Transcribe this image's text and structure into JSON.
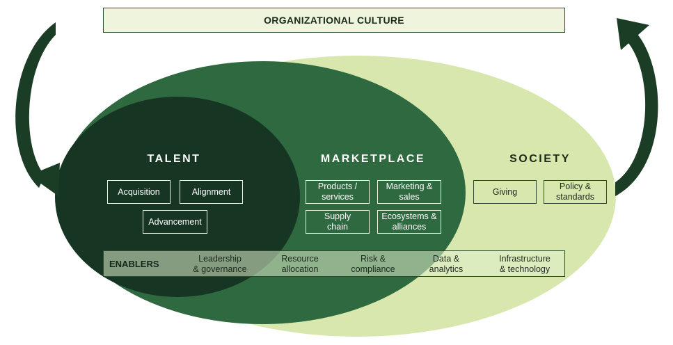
{
  "culture": {
    "label": "ORGANIZATIONAL CULTURE"
  },
  "talent": {
    "heading": "TALENT",
    "items": [
      "Acquisition",
      "Alignment",
      "Advancement"
    ]
  },
  "marketplace": {
    "heading": "MARKETPLACE",
    "items": [
      "Products /\nservices",
      "Marketing &\nsales",
      "Supply\nchain",
      "Ecosystems &\nalliances"
    ]
  },
  "society": {
    "heading": "SOCIETY",
    "items": [
      "Giving",
      "Policy &\nstandards"
    ]
  },
  "enablers": {
    "label": "ENABLERS",
    "items": [
      "Leadership\n& governance",
      "Resource\nallocation",
      "Risk &\ncompliance",
      "Data &\nanalytics",
      "Infrastructure\n& technology"
    ]
  },
  "colors": {
    "society_fill": "#d7e7ad",
    "marketplace_fill": "#2e6940",
    "talent_fill": "#173523",
    "arrow": "#1c3d25",
    "bar_fill": "#eef5dc",
    "border_dark": "#2c4a2e"
  }
}
